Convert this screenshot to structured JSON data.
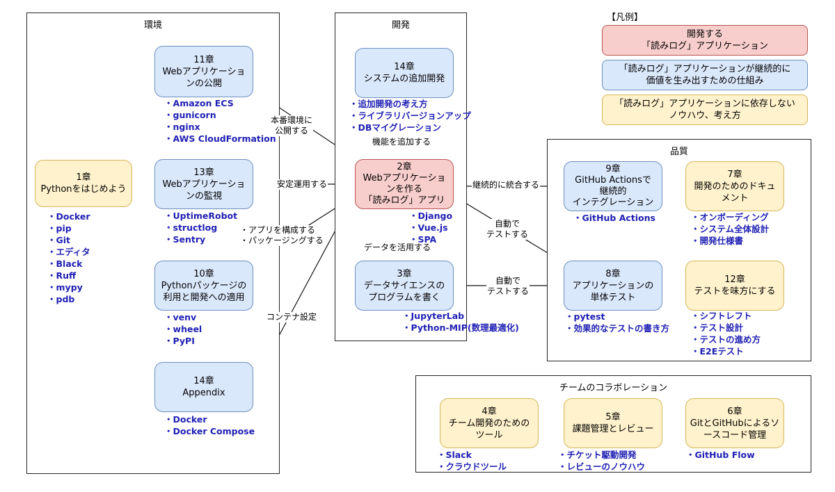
{
  "groups": {
    "env": "環境",
    "dev": "開発",
    "quality": "品質",
    "team": "チームのコラボレーション"
  },
  "legend": {
    "title": "【凡例】",
    "red": [
      "開発する",
      "「読みログ」アプリケーション"
    ],
    "blue": [
      "「読みログ」アプリケーションが継続的に",
      "価値を生み出すための仕組み"
    ],
    "yellow": [
      "「読みログ」アプリケーションに依存しない",
      "ノウハウ、考え方"
    ]
  },
  "nodes": {
    "ch1": {
      "lines": [
        "1章",
        "Pythonをはじめよう"
      ],
      "items": [
        "Docker",
        "pip",
        "Git",
        "エディタ",
        "Black",
        "Ruff",
        "mypy",
        "pdb"
      ]
    },
    "ch11": {
      "lines": [
        "11章",
        "Webアプリケーショ",
        "ンの公開"
      ],
      "items": [
        "Amazon ECS",
        "gunicorn",
        "nginx",
        "AWS CloudFormation"
      ]
    },
    "ch13": {
      "lines": [
        "13章",
        "Webアプリケーショ",
        "ンの監視"
      ],
      "items": [
        "UptimeRobot",
        "structlog",
        "Sentry"
      ]
    },
    "ch10": {
      "lines": [
        "10章",
        "Pythonパッケージの",
        "利用と開発への適用"
      ],
      "items": [
        "venv",
        "wheel",
        "PyPI"
      ]
    },
    "ch14a": {
      "lines": [
        "14章",
        "Appendix"
      ],
      "items": [
        "Docker",
        "Docker Compose"
      ]
    },
    "ch14": {
      "lines": [
        "14章",
        "システムの追加開発"
      ],
      "items": [
        "追加開発の考え方",
        "ライブラリバージョンアップ",
        "DBマイグレーション"
      ]
    },
    "ch2": {
      "lines": [
        "2章",
        "Webアプリケーショ",
        "ンを作る",
        "「読みログ」アプリ"
      ],
      "items": [
        "Django",
        "Vue.js",
        "SPA"
      ]
    },
    "ch3": {
      "lines": [
        "3章",
        "データサイエンスの",
        "プログラムを書く"
      ],
      "items": [
        "JupyterLab",
        "Python-MIP(数理最適化)"
      ]
    },
    "ch9": {
      "lines": [
        "9章",
        "GitHub Actionsで",
        "継続的",
        "インテグレーション"
      ],
      "items": [
        "GitHub Actions"
      ]
    },
    "ch7": {
      "lines": [
        "7章",
        "開発のためのドキュ",
        "メント"
      ],
      "items": [
        "オンボーディング",
        "システム全体設計",
        "開発仕様書"
      ]
    },
    "ch8": {
      "lines": [
        "8章",
        "アプリケーションの",
        "単体テスト"
      ],
      "items": [
        "pytest",
        "効果的なテストの書き方"
      ]
    },
    "ch12": {
      "lines": [
        "12章",
        "テストを味方にする"
      ],
      "items": [
        "シフトレフト",
        "テスト設計",
        "テストの進め方",
        "E2Eテスト"
      ]
    },
    "ch4": {
      "lines": [
        "4章",
        "チーム開発のための",
        "ツール"
      ],
      "items": [
        "Slack",
        "クラウドツール"
      ]
    },
    "ch5": {
      "lines": [
        "5章",
        "課題管理とレビュー"
      ],
      "items": [
        "チケット駆動開発",
        "レビューのノウハウ"
      ]
    },
    "ch6": {
      "lines": [
        "6章",
        "GitとGitHubによるソ",
        "ースコード管理"
      ],
      "items": [
        "GitHub Flow"
      ]
    }
  },
  "edge_labels": {
    "publish": [
      "本番環境に",
      "公開する"
    ],
    "stable": [
      "安定運用する"
    ],
    "compose": [
      "・アプリを構成する",
      "・パッケージングする"
    ],
    "container": [
      "コンテナ設定"
    ],
    "addfeature": [
      "機能を追加する"
    ],
    "datause": [
      "データを活用する"
    ],
    "ci": [
      "継続的に統合する"
    ],
    "autotest1": [
      "自動で",
      "テストする"
    ],
    "autotest2": [
      "自動で",
      "テストする"
    ]
  }
}
